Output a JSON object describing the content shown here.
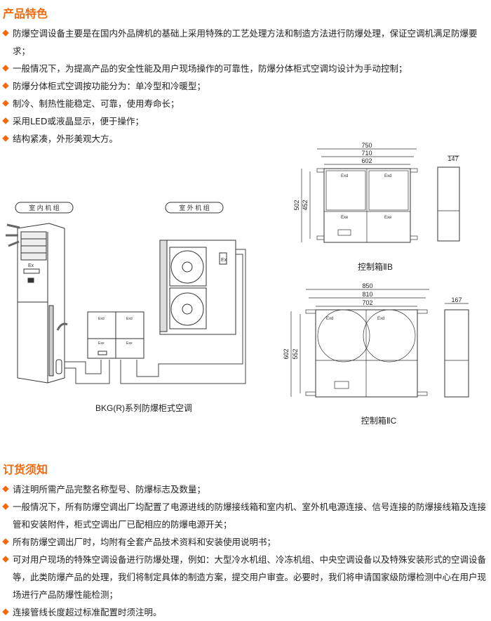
{
  "features": {
    "title": "产品特色",
    "items": [
      "防爆空调设备主要是在国内外品牌机的基础上采用特殊的工艺处理方法和制造方法进行防爆处理，保证空调机满足防爆要求；",
      "一般情况下，为提高产品的安全性能及用户现场操作的可靠性，防爆分体柜式空调均设计为手动控制；",
      "防爆分体柜式空调按功能分为：单冷型和冷暖型；",
      "制冷、制热性能稳定、可靠，使用寿命长；",
      "采用LED或液晶显示，便于操作；",
      "结构紧凑，外形美观大方。"
    ]
  },
  "diagram": {
    "indoor_label": "室 内 机 组",
    "outdoor_label": "室 外 机 组",
    "ex_mark": "Ex",
    "exd": "Exd",
    "exe": "Exe",
    "caption": "BKG(R)系列防爆柜式空调",
    "box_b": {
      "caption": "控制箱ⅡB",
      "w1": "750",
      "w2": "710",
      "w3": "602",
      "h1": "502",
      "h2": "452",
      "depth": "147"
    },
    "box_c": {
      "caption": "控制箱ⅡC",
      "w1": "850",
      "w2": "810",
      "w3": "702",
      "h1": "602",
      "h2": "552",
      "depth": "167"
    }
  },
  "ordering": {
    "title": "订货须知",
    "items": [
      "请注明所需产品完整名称型号、防爆标志及数量；",
      "一般情况下，所有防爆空调出厂均配置了电源进线的防爆接线箱和室内机、室外机电源连接、信号连接的防爆接线箱及连接管和安装附件，柜式空调出厂已配相应的防爆电源开关；",
      "所有防爆空调出厂时，均附有全套产品技术资料和安装使用说明书；",
      "可对用户现场的特殊空调设备进行防爆处理，例如：大型冷水机组、冷冻机组、中央空调设备以及特殊安装形式的空调设备等，此类防爆产品的处理，我们将制定具体的制造方案，提交用户审查。必要时，我们将申请国家级防爆检测中心在用户现场进行产品防爆性能检测；",
      "连接管线长度超过标准配置时须注明。"
    ]
  },
  "colors": {
    "accent": "#f26a10"
  }
}
